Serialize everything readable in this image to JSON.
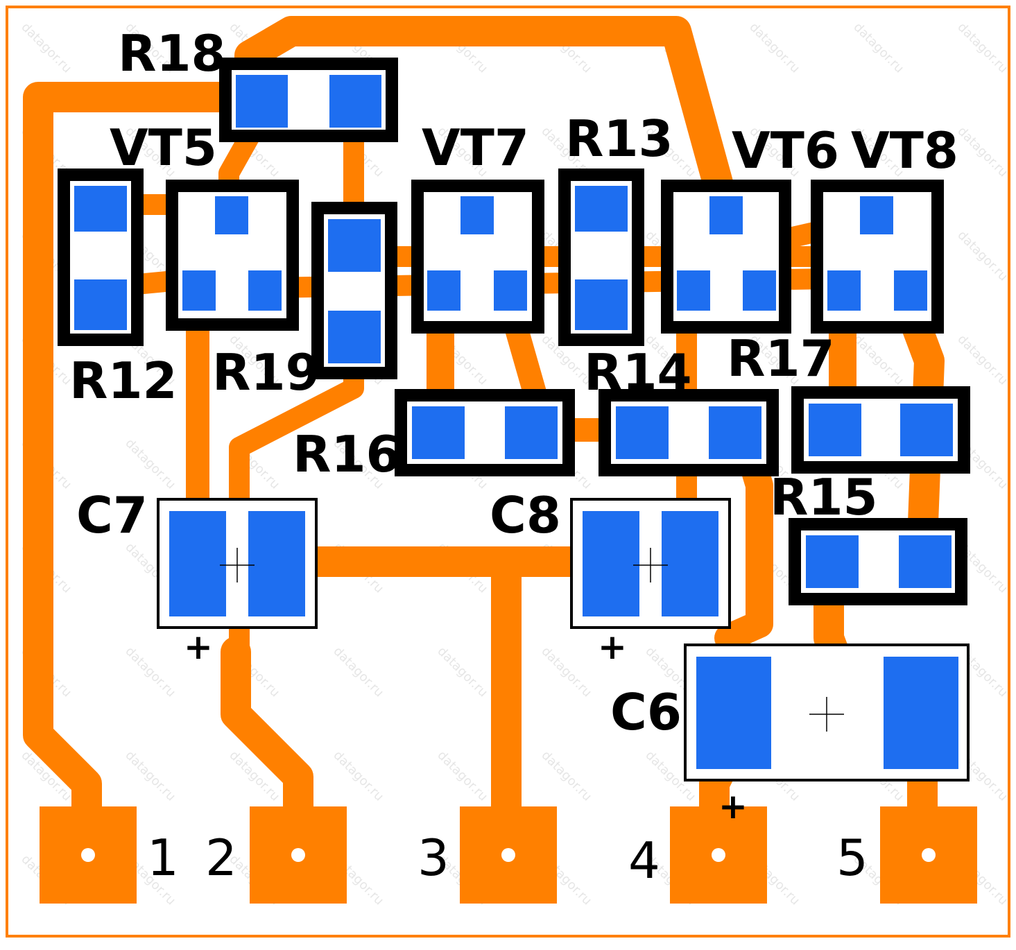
{
  "colors": {
    "background": "#ffffff",
    "copper": "#ff8000",
    "pad_smd": "#1e6ef0",
    "silkscreen": "#000000",
    "board_outline": "#ff8000"
  },
  "watermark": "datagor.ru",
  "components": {
    "R18": "R18",
    "VT5": "VT5",
    "VT7": "VT7",
    "R13": "R13",
    "VT6": "VT6",
    "VT8": "VT8",
    "R12": "R12",
    "R19": "R19",
    "R14": "R14",
    "R17": "R17",
    "R16": "R16",
    "R15": "R15",
    "C7": "C7",
    "C8": "C8",
    "C6": "C6"
  },
  "polarity_mark": "+",
  "pins": [
    "1",
    "2",
    "3",
    "4",
    "5"
  ]
}
